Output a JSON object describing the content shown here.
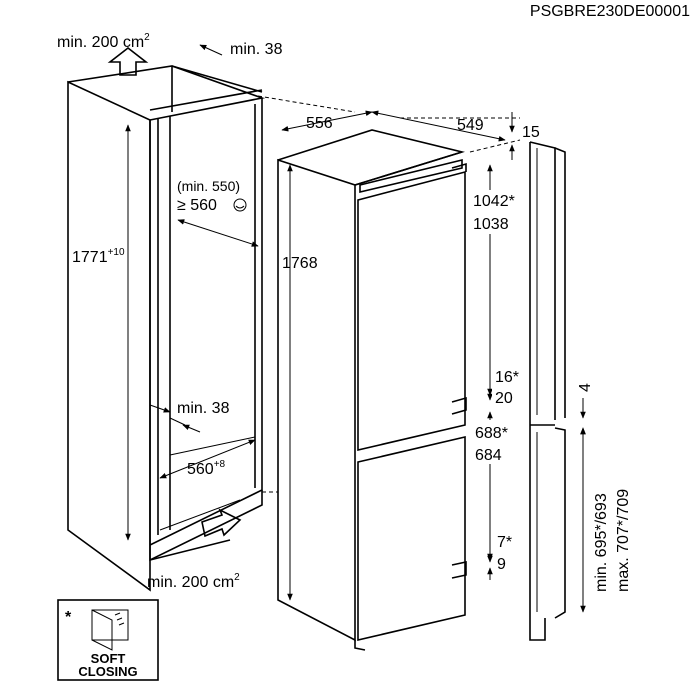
{
  "code": "PSGBRE230DE00001",
  "niche": {
    "top_vent": "min. 200 cm",
    "top_vent_sup": "2",
    "top_depth": "min. 38",
    "height": "1771",
    "height_sup": "+10",
    "inner_depth_min": "(min. 550)",
    "inner_depth": "≥ 560",
    "rear_gap": "min. 38",
    "width": "560",
    "width_sup": "+8",
    "bottom_vent": "min. 200 cm",
    "bottom_vent_sup": "2"
  },
  "appliance": {
    "width": "556",
    "depth": "549",
    "offset": "15",
    "height": "1768",
    "upper_door_a": "1042*",
    "upper_door_b": "1038",
    "gap_a": "16*",
    "gap_b": "20",
    "lower_door_a": "688*",
    "lower_door_b": "684",
    "bottom_a": "7*",
    "bottom_b": "9"
  },
  "furniture": {
    "gap": "4",
    "door_min": "min. 695*/693",
    "door_max": "max. 707*/709"
  },
  "badge": {
    "asterisk": "*",
    "line1": "SOFT",
    "line2": "CLOSING"
  }
}
